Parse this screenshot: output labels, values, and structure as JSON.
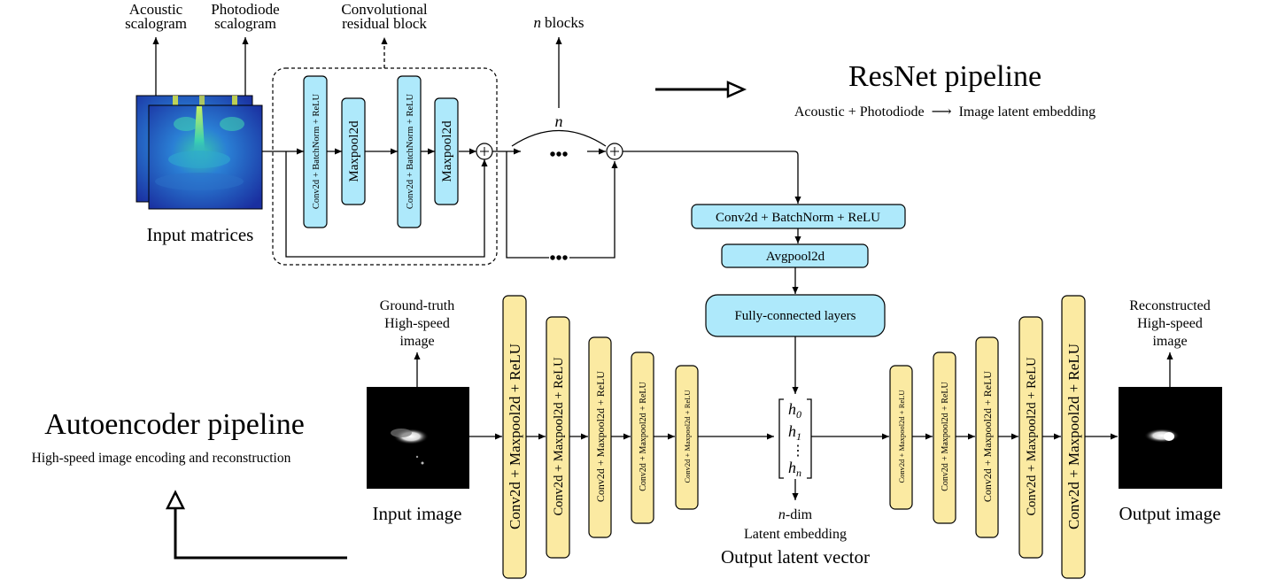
{
  "resnet": {
    "title": "ResNet pipeline",
    "subtitle_left": "Acoustic + Photodiode",
    "subtitle_arrow": "⟶",
    "subtitle_right": "Image latent embedding",
    "acoustic_label_1": "Acoustic",
    "acoustic_label_2": "scalogram",
    "photodiode_label_1": "Photodiode",
    "photodiode_label_2": "scalogram",
    "input_label": "Input matrices",
    "block_label_1": "Convolutional",
    "block_label_2": "residual block",
    "n_blocks_n": "n",
    "n_blocks_word": "blocks",
    "n_symbol": "n",
    "dots": "•••",
    "block_conv1": "Conv2d + BatchNorm + ReLU",
    "block_pool1": "Maxpool2d",
    "block_conv2": "Conv2d + BatchNorm + ReLU",
    "block_pool2": "Maxpool2d",
    "conv_bn_relu": "Conv2d + BatchNorm + ReLU",
    "avgpool": "Avgpool2d",
    "fc": "Fully-connected layers"
  },
  "autoencoder": {
    "title": "Autoencoder pipeline",
    "subtitle": "High-speed image encoding and reconstruction",
    "gt_label_1": "Ground-truth",
    "gt_label_2": "High-speed",
    "gt_label_3": "image",
    "input_label": "Input image",
    "rec_label_1": "Reconstructed",
    "rec_label_2": "High-speed",
    "rec_label_3": "image",
    "output_label": "Output image",
    "encoder_blocks": [
      "Conv2d + Maxpool2d + ReLU",
      "Conv2d + Maxpool2d + ReLU",
      "Conv2d + Maxpool2d + ReLU",
      "Conv2d + Maxpool2d + ReLU",
      "Conv2d + Maxpool2d + ReLU"
    ],
    "decoder_blocks": [
      "Conv2d + Maxpool2d + ReLU",
      "Conv2d + Maxpool2d + ReLU",
      "Conv2d + Maxpool2d + ReLU",
      "Conv2d + Maxpool2d + ReLU",
      "Conv2d + Maxpool2d + ReLU"
    ]
  },
  "latent": {
    "h0": "h",
    "h0_sub": "0",
    "h1": "h",
    "h1_sub": "1",
    "vdots": "⋮",
    "hn": "h",
    "hn_sub": "n",
    "ndim_n": "n",
    "ndim_rest": "-dim",
    "embedding": "Latent embedding",
    "vector": "Output latent vector"
  },
  "colors": {
    "resnet_block": "#aee9fb",
    "autoencoder_block": "#fbeaa2"
  }
}
